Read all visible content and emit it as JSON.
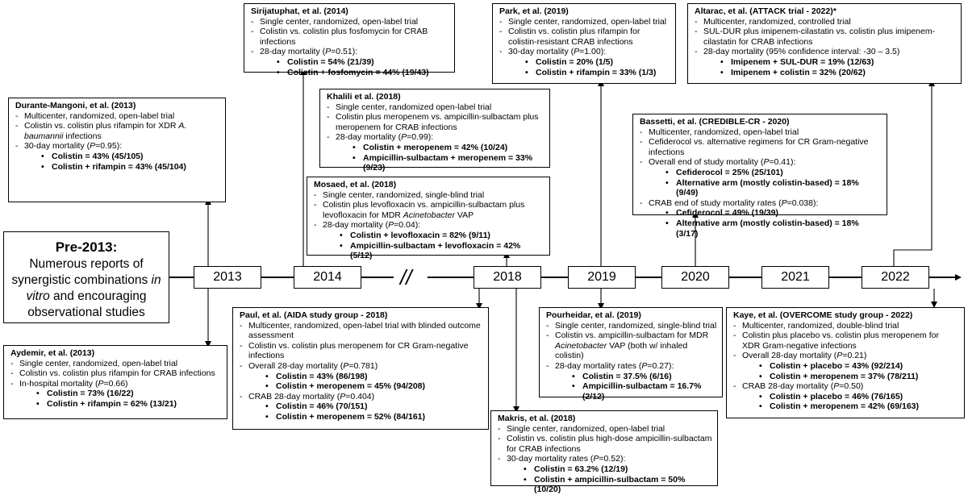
{
  "pre": {
    "title": "Pre-2013:",
    "text_before": "Numerous reports of synergistic combinations ",
    "text_italic": "in vitro",
    "text_after": " and encouraging observational studies"
  },
  "years": [
    "2013",
    "2014",
    "2018",
    "2019",
    "2020",
    "2021",
    "2022"
  ],
  "break_mark": "//",
  "trials": {
    "durante": {
      "title": "Durante-Mangoni, et al. (2013)",
      "design": "Multicenter, randomized, open-label trial",
      "comparison_a": "Colistin vs. colistin plus rifampin for XDR ",
      "comparison_i": "A. baumannii",
      "comparison_b": " infections",
      "outcome_a": "30-day mortality (",
      "outcome_p": "P",
      "outcome_b": "=0.95):",
      "r1": "Colistin = 43% (45/105)",
      "r2": "Colistin + rifampin = 43% (45/104)"
    },
    "aydemir": {
      "title": "Aydemir, et al. (2013)",
      "design": "Single center, randomized, open-label trial",
      "comparison": "Colistin vs. colistin plus rifampin for CRAB infections",
      "outcome_a": "In-hospital mortality (",
      "outcome_p": "P",
      "outcome_b": "=0.66)",
      "r1": "Colistin = 73% (16/22)",
      "r2": "Colistin + rifampin = 62% (13/21)"
    },
    "sirijatuphat": {
      "title": "Sirijatuphat, et al. (2014)",
      "design": "Single center, randomized, open-label trial",
      "comparison": "Colistin vs. colistin plus fosfomycin for CRAB infections",
      "outcome_a": "28-day mortality (",
      "outcome_p": "P",
      "outcome_b": "=0.51):",
      "r1": "Colistin = 54% (21/39)",
      "r2": "Colistin + fosfomycin = 44% (19/43)"
    },
    "khalili": {
      "title": "Khalili et al. (2018)",
      "design": "Single center, randomized open-label trial",
      "comparison": "Colistin plus meropenem vs. ampicillin-sulbactam plus meropenem for CRAB infections",
      "outcome_a": "28-day mortality (",
      "outcome_p": "P",
      "outcome_b": "=0.99):",
      "r1": "Colistin + meropenem = 42% (10/24)",
      "r2": "Ampicillin-sulbactam + meropenem = 33% (9/23)"
    },
    "mosaed": {
      "title": "Mosaed, et al. (2018)",
      "design": "Single center, randomized, single-blind trial",
      "comparison_a": "Colistin plus levofloxacin vs. ampicillin-sulbactam plus levofloxacin for MDR ",
      "comparison_i": "Acinetobacter",
      "comparison_b": " VAP",
      "outcome_a": "28-day mortality (",
      "outcome_p": "P",
      "outcome_b": "=0.04):",
      "r1": "Colistin + levofloxacin = 82% (9/11)",
      "r2": "Ampicillin-sulbactam + levofloxacin = 42% (5/12)"
    },
    "paul": {
      "title": "Paul, et al. (AIDA study group - 2018)",
      "design": "Multicenter, randomized, open-label trial with blinded outcome assessment",
      "comparison": "Colistin vs. colistin plus meropenem for CR Gram-negative infections",
      "outcome1_a": "Overall 28-day mortality (",
      "outcome1_p": "P",
      "outcome1_b": "=0.781)",
      "r1": "Colistin = 43% (86/198)",
      "r2": "Colistin + meropenem = 45% (94/208)",
      "outcome2_a": "CRAB 28-day mortality (",
      "outcome2_p": "P",
      "outcome2_b": "=0.404)",
      "r3": "Colistin = 46% (70/151)",
      "r4": "Colistin + meropenem = 52% (84/161)"
    },
    "makris": {
      "title": "Makris, et al. (2018)",
      "design": "Single center, randomized, open-label trial",
      "comparison": "Colistin vs. colistin plus high-dose ampicillin-sulbactam for CRAB infections",
      "outcome_a": "30-day mortality rates (",
      "outcome_p": "P",
      "outcome_b": "=0.52):",
      "r1": "Colistin = 63.2% (12/19)",
      "r2": "Colistin + ampicillin-sulbactam = 50% (10/20)"
    },
    "park": {
      "title": "Park, et al. (2019)",
      "design": "Single center, randomized, open-label trial",
      "comparison": "Colistin vs. colistin plus rifampin for colistin-resistant CRAB infections",
      "outcome_a": "30-day mortality (",
      "outcome_p": "P",
      "outcome_b": "=1.00):",
      "r1": "Colistin = 20% (1/5)",
      "r2": "Colistin + rifampin = 33% (1/3)"
    },
    "pourheidar": {
      "title": "Pourheidar, et al. (2019)",
      "design": "Single center, randomized, single-blind trial",
      "comparison_a": "Colistin vs. ampicillin-sulbactam for MDR ",
      "comparison_i": "Acinetobacter",
      "comparison_b": " VAP (both w/ inhaled colistin)",
      "outcome_a": "28-day mortality rates (",
      "outcome_p": "P",
      "outcome_b": "=0.27):",
      "r1": "Colistin = 37.5% (6/16)",
      "r2": "Ampicillin-sulbactam = 16.7% (2/12)"
    },
    "bassetti": {
      "title": "Bassetti, et al. (CREDIBLE-CR - 2020)",
      "design": "Multicenter, randomized, open-label trial",
      "comparison": "Cefiderocol vs. alternative regimens for CR Gram-negative infections",
      "outcome1_a": "Overall end of study mortality (",
      "outcome1_p": "P",
      "outcome1_b": "=0.41):",
      "r1": "Cefiderocol = 25% (25/101)",
      "r2": "Alternative arm (mostly colistin-based) = 18% (9/49)",
      "outcome2_a": "CRAB end of study mortality rates (",
      "outcome2_p": "P",
      "outcome2_b": "=0.038):",
      "r3": "Cefiderocol = 49% (19/39)",
      "r4": "Alternative arm (mostly colistin-based) = 18% (3/17)"
    },
    "altarac": {
      "title": "Altarac, et al. (ATTACK trial - 2022)*",
      "design": "Multicenter, randomized, controlled trial",
      "comparison": "SUL-DUR plus imipenem-cilastatin vs. colistin plus imipenem-cilastatin for CRAB infections",
      "outcome": "28-day mortality (95% confidence interval: -30 – 3.5)",
      "r1": "Imipenem + SUL-DUR = 19% (12/63)",
      "r2": "Imipenem + colistin = 32% (20/62)"
    },
    "kaye": {
      "title": "Kaye, et al. (OVERCOME study group - 2022)",
      "design": "Multicenter, randomized, double-blind trial",
      "comparison": "Colistin plus placebo vs. colistin plus meropenem for XDR Gram-negative infections",
      "outcome1_a": "Overall 28-day mortality (",
      "outcome1_p": "P",
      "outcome1_b": "=0.21)",
      "r1": "Colistin + placebo = 43% (92/214)",
      "r2": "Colistin + meropenem = 37% (78/211)",
      "outcome2_a": "CRAB 28-day mortality (",
      "outcome2_p": "P",
      "outcome2_b": "=0.50)",
      "r3": "Colistin + placebo = 46% (76/165)",
      "r4": "Colistin + meropenem = 42% (69/163)"
    }
  }
}
